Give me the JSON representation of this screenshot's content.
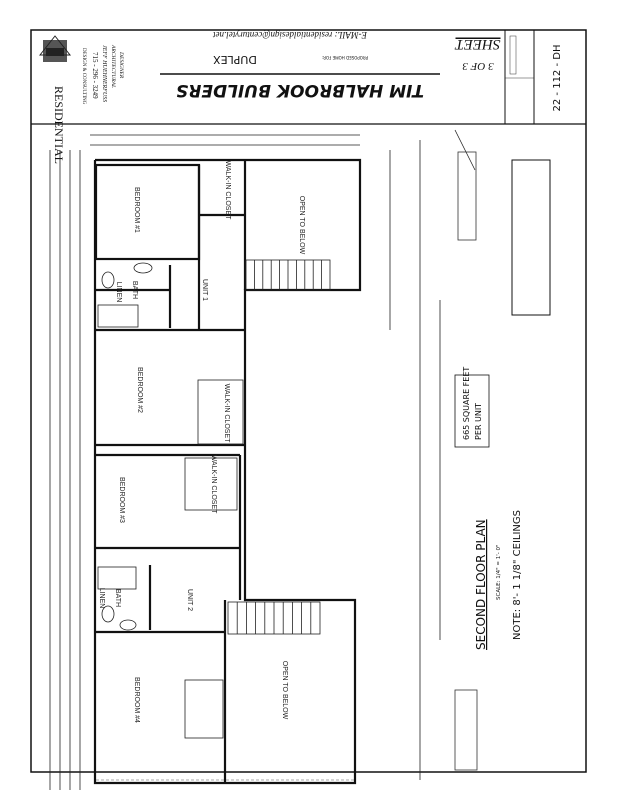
{
  "title_block": {
    "company_name": "RESIDENTIAL",
    "company_subtitle": "DESIGN & CONSULTING",
    "phone": "715 - 296 - 3249",
    "designer_name": "JEFF HUEHNERFUSS",
    "designer_title_1": "ARCHITECTURAL",
    "designer_title_2": "DESIGNER",
    "email": "E-MAIL:  residentialdesign@centurytel.net",
    "proposed_label": "PROPOSED HOME FOR:",
    "project": "DUPLEX",
    "client": "TIM HALBROOK BUILDERS",
    "sheet_label": "SHEET",
    "sheet_number": "3 OF 3",
    "drawing_number": "22 - 112 - DH"
  },
  "drawing": {
    "title": "SECOND FLOOR PLAN",
    "scale": "SCALE: 1/4\" = 1'- 0\"",
    "note": "NOTE: 8'- 1 1/8\" CEILINGS",
    "area_note_1": "665 SQUARE FEET",
    "area_note_2": "PER UNIT"
  },
  "rooms": [
    {
      "label": "BEDROOM #1"
    },
    {
      "label": "BEDROOM #2"
    },
    {
      "label": "BEDROOM #3"
    },
    {
      "label": "BEDROOM #4"
    },
    {
      "label": "BATH"
    },
    {
      "label": "BATH"
    },
    {
      "label": "LINEN"
    },
    {
      "label": "LINEN"
    },
    {
      "label": "UNIT 1"
    },
    {
      "label": "UNIT 2"
    },
    {
      "label": "WALK-IN CLOSET"
    },
    {
      "label": "WALK-IN CLOSET"
    },
    {
      "label": "WALK-IN CLOSET"
    },
    {
      "label": "OPEN TO BELOW"
    },
    {
      "label": "OPEN TO BELOW"
    }
  ]
}
